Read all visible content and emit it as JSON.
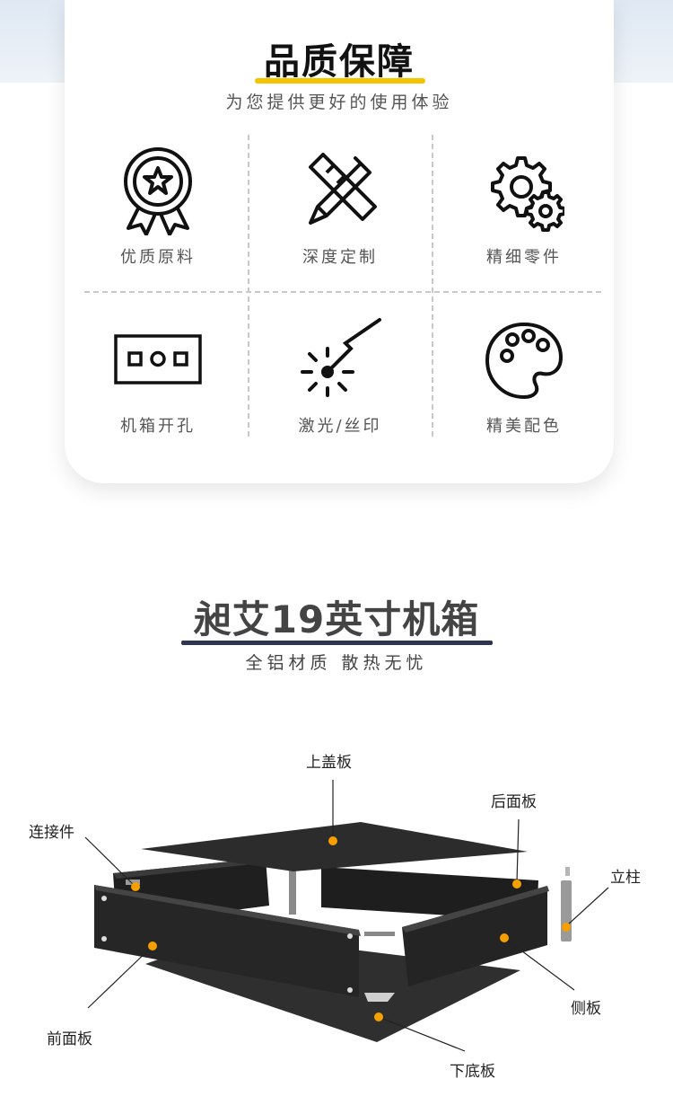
{
  "quality": {
    "title": "品质保障",
    "subtitle": "为您提供更好的使用体验",
    "features": [
      {
        "label": "优质原料",
        "icon": "award-ribbon-icon"
      },
      {
        "label": "深度定制",
        "icon": "pencil-ruler-icon"
      },
      {
        "label": "精细零件",
        "icon": "gears-icon"
      },
      {
        "label": "机箱开孔",
        "icon": "panel-holes-icon"
      },
      {
        "label": "激光/丝印",
        "icon": "laser-icon"
      },
      {
        "label": "精美配色",
        "icon": "palette-icon"
      }
    ]
  },
  "product": {
    "title": "昶艾19英寸机箱",
    "subtitle": "全铝材质 散热无忧"
  },
  "diagram": {
    "parts": {
      "top_cover": "上盖板",
      "rear_panel": "后面板",
      "connector": "连接件",
      "pillar": "立柱",
      "front_panel": "前面板",
      "side_panel": "侧板",
      "bottom_panel": "下底板"
    },
    "marker_color": "#f5a000",
    "panel_color": "#2a2a2a"
  }
}
